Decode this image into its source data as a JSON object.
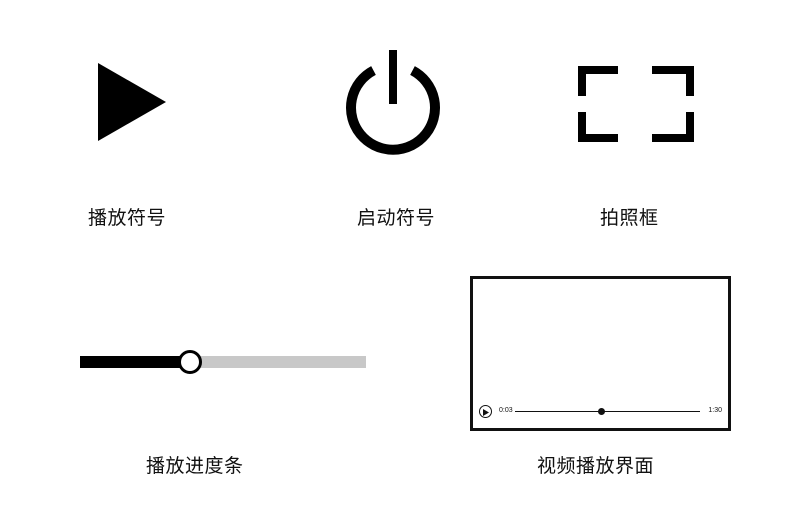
{
  "icons": {
    "play": {
      "name": "play-icon",
      "label": "播放符号"
    },
    "power": {
      "name": "power-icon",
      "label": "启动符号"
    },
    "frame": {
      "name": "camera-frame-icon",
      "label": "拍照框"
    }
  },
  "progress_bar": {
    "label": "播放进度条",
    "progress": 0.38,
    "colors": {
      "played": "#000000",
      "remaining": "#c8c8c8",
      "knob_fill": "#ffffff"
    }
  },
  "video_player": {
    "label": "视频播放界面",
    "current_time": "0:03",
    "total_time": "1:30",
    "progress": 0.47
  },
  "colors": {
    "foreground": "#000000",
    "background": "#ffffff"
  }
}
